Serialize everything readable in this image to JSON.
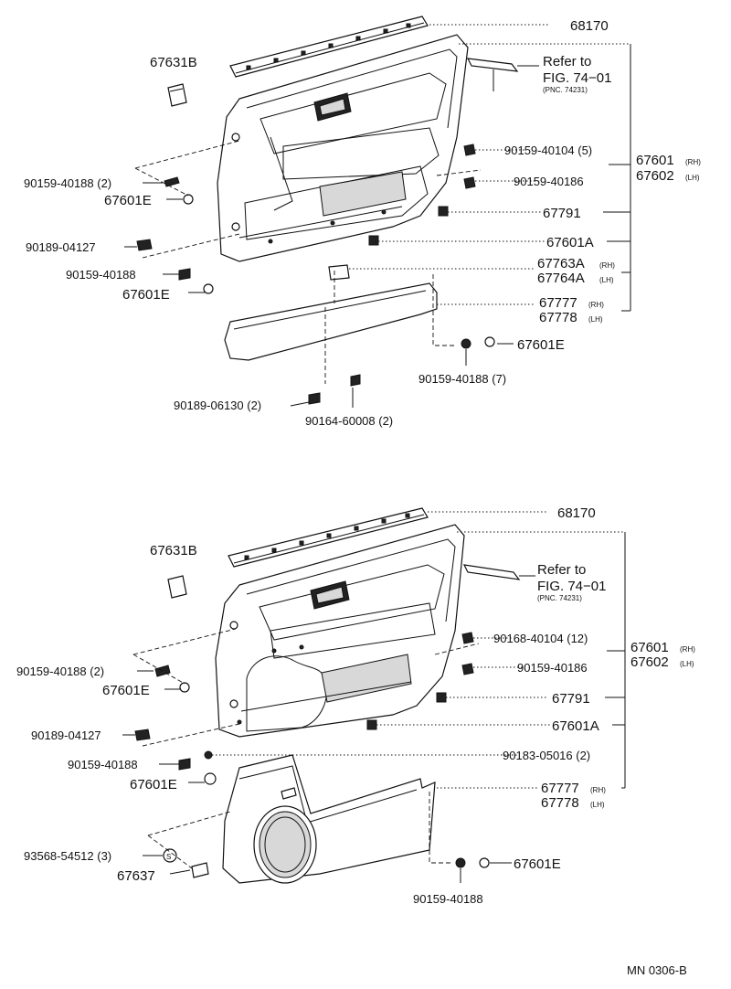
{
  "top": {
    "label_68170": "68170",
    "label_67631B": "67631B",
    "refer_line1": "Refer to",
    "refer_line2": "FIG. 74−01",
    "refer_pnc": "(PNC. 74231)",
    "label_90159_40104": "90159-40104 (5)",
    "label_67601_rh": "67601",
    "label_67601_rh_sub": "(RH)",
    "label_67602_lh": "67602",
    "label_67602_lh_sub": "(LH)",
    "label_90159_40186": "90159-40186",
    "label_90159_40188_2": "90159-40188 (2)",
    "label_67601E_a": "67601E",
    "label_67791": "67791",
    "label_90189_04127": "90189-04127",
    "label_67601A": "67601A",
    "label_90159_40188": "90159-40188",
    "label_67763A": "67763A",
    "label_67763A_sub": "(RH)",
    "label_67764A": "67764A",
    "label_67764A_sub": "(LH)",
    "label_67601E_b": "67601E",
    "label_67777": "67777",
    "label_67777_sub": "(RH)",
    "label_67778": "67778",
    "label_67778_sub": "(LH)",
    "label_67601E_c": "67601E",
    "label_90159_40188_7": "90159-40188 (7)",
    "label_90189_06130": "90189-06130 (2)",
    "label_90164_60008": "90164-60008 (2)"
  },
  "bottom": {
    "label_68170": "68170",
    "label_67631B": "67631B",
    "refer_line1": "Refer to",
    "refer_line2": "FIG. 74−01",
    "refer_pnc": "(PNC. 74231)",
    "label_90168_40104": "90168-40104 (12)",
    "label_67601_rh": "67601",
    "label_67601_rh_sub": "(RH)",
    "label_67602_lh": "67602",
    "label_67602_lh_sub": "(LH)",
    "label_90159_40188_2": "90159-40188 (2)",
    "label_90159_40186": "90159-40186",
    "label_67601E_a": "67601E",
    "label_67791": "67791",
    "label_90189_04127": "90189-04127",
    "label_67601A": "67601A",
    "label_90159_40188": "90159-40188",
    "label_90183_05016": "90183-05016 (2)",
    "label_67601E_b": "67601E",
    "label_67777": "67777",
    "label_67777_sub": "(RH)",
    "label_67778": "67778",
    "label_67778_sub": "(LH)",
    "label_93568_54512": "93568-54512 (3)",
    "label_67637": "67637",
    "label_67601E_c": "67601E",
    "label_90159_40188_bottom": "90159-40188",
    "s_marker": "S"
  },
  "footer": {
    "code": "MN 0306-B"
  }
}
